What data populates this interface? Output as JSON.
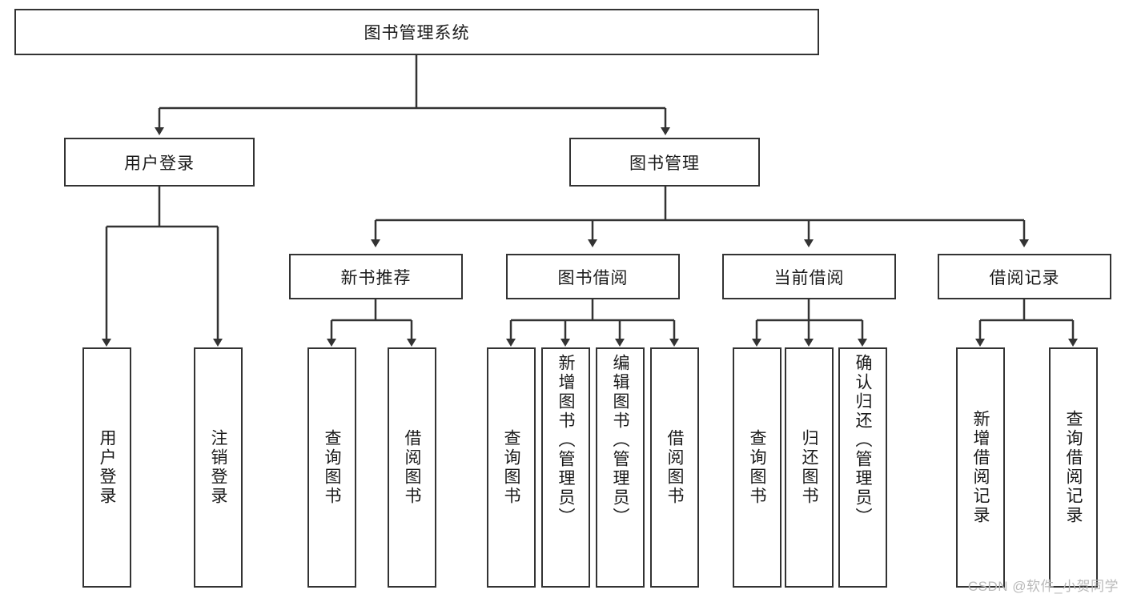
{
  "diagram": {
    "type": "hierarchy-tree",
    "title": "图书管理系统",
    "root": {
      "id": "root",
      "label": "图书管理系统"
    },
    "level1": [
      {
        "id": "user-login",
        "label": "用户登录"
      },
      {
        "id": "book-manage",
        "label": "图书管理"
      }
    ],
    "level2": [
      {
        "id": "new-book-rec",
        "label": "新书推荐",
        "parent": "book-manage"
      },
      {
        "id": "book-borrow",
        "label": "图书借阅",
        "parent": "book-manage"
      },
      {
        "id": "current-borrow",
        "label": "当前借阅",
        "parent": "book-manage"
      },
      {
        "id": "borrow-record",
        "label": "借阅记录",
        "parent": "book-manage"
      }
    ],
    "leaves": [
      {
        "id": "leaf-user-login",
        "label": "用户登录",
        "parent": "user-login"
      },
      {
        "id": "leaf-logout",
        "label": "注销登录",
        "parent": "user-login"
      },
      {
        "id": "leaf-query-book-1",
        "label": "查询图书",
        "parent": "new-book-rec"
      },
      {
        "id": "leaf-borrow-book-1",
        "label": "借阅图书",
        "parent": "new-book-rec"
      },
      {
        "id": "leaf-query-book-2",
        "label": "查询图书",
        "parent": "book-borrow"
      },
      {
        "id": "leaf-add-book",
        "label": "新增图书（管理员）",
        "parent": "book-borrow"
      },
      {
        "id": "leaf-edit-book",
        "label": "编辑图书（管理员）",
        "parent": "book-borrow"
      },
      {
        "id": "leaf-borrow-book-2",
        "label": "借阅图书",
        "parent": "book-borrow"
      },
      {
        "id": "leaf-query-book-3",
        "label": "查询图书",
        "parent": "current-borrow"
      },
      {
        "id": "leaf-return-book",
        "label": "归还图书",
        "parent": "current-borrow"
      },
      {
        "id": "leaf-confirm-return",
        "label": "确认归还（管理员）",
        "parent": "current-borrow"
      },
      {
        "id": "leaf-add-record",
        "label": "新增借阅记录",
        "parent": "borrow-record"
      },
      {
        "id": "leaf-query-record",
        "label": "查询借阅记录",
        "parent": "borrow-record"
      }
    ],
    "watermark": "CSDN @软件_小贺同学",
    "colors": {
      "stroke": "#333333",
      "background": "#ffffff",
      "text": "#1a1a1a",
      "watermark": "#b9b9b9"
    }
  }
}
